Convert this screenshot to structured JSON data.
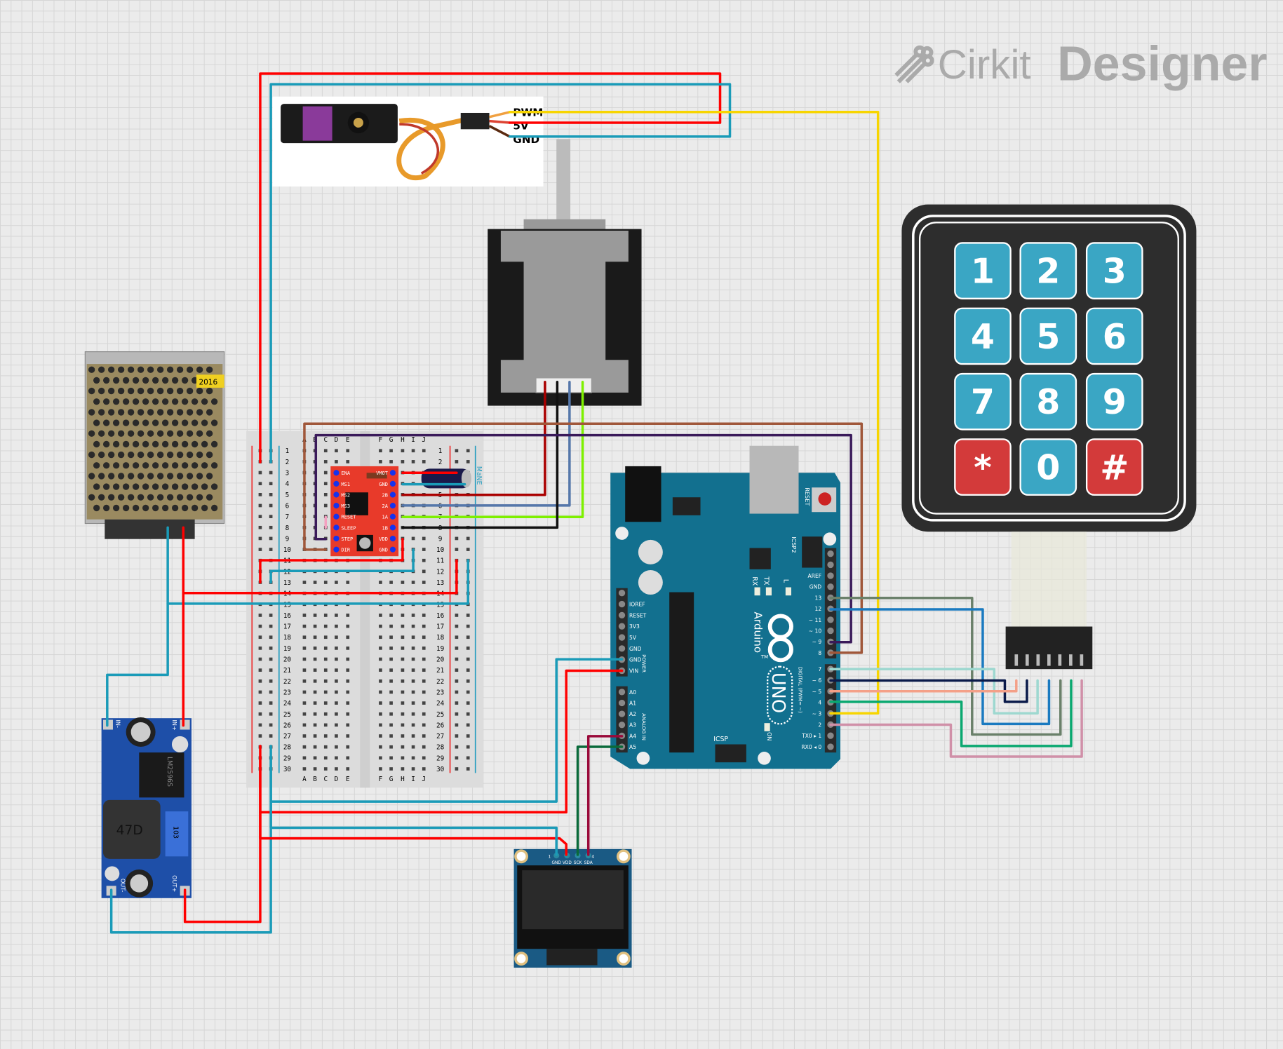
{
  "logo": {
    "brand": "Cirkit",
    "product": "Designer"
  },
  "servo": {
    "pins": {
      "pwm": "PWM",
      "v5": "5V",
      "gnd": "GND"
    }
  },
  "power_supply": {
    "label": "2016"
  },
  "driver": {
    "left_pins": [
      "ENA",
      "MS1",
      "MS2",
      "MS3",
      "RESET",
      "SLEEP",
      "STEP",
      "DIR"
    ],
    "right_pins": [
      "VMOT",
      "GND",
      "2B",
      "2A",
      "1A",
      "1B",
      "VDD",
      "GND"
    ]
  },
  "breadboard": {
    "rows": [
      "1",
      "2",
      "3",
      "4",
      "5",
      "6",
      "7",
      "8",
      "9",
      "10",
      "11",
      "12",
      "13",
      "14",
      "15",
      "16",
      "17",
      "18",
      "19",
      "20",
      "21",
      "22",
      "23",
      "24",
      "25",
      "26",
      "27",
      "28",
      "29",
      "30"
    ],
    "cols_left": [
      "A",
      "B",
      "C",
      "D",
      "E"
    ],
    "cols_right": [
      "F",
      "G",
      "H",
      "I",
      "J"
    ]
  },
  "capacitor": {
    "label": "MaNE"
  },
  "arduino": {
    "brand": "Arduino",
    "model": "UNO",
    "tm": "TM",
    "reset": "RESET",
    "icsp": "ICSP",
    "icsp2": "ICSP2",
    "on": "ON",
    "rx": "RX",
    "tx": "TX",
    "l": "L",
    "power_title": "POWER",
    "analog_title": "ANALOG IN",
    "digital_title": "DIGITAL (PWM= ~)",
    "digital_top": [
      "",
      "",
      "AREF",
      "GND",
      "13",
      "12",
      "~ 11",
      "~ 10",
      "~ 9",
      "8"
    ],
    "digital_bottom": [
      "7",
      "~ 6",
      "~ 5",
      "4",
      "~ 3",
      "2",
      "TX0 ▸ 1",
      "RX0 ◂ 0"
    ],
    "power_pins": [
      "",
      "IOREF",
      "RESET",
      "3V3",
      "5V",
      "GND",
      "GND",
      "VIN"
    ],
    "analog_pins": [
      "A0",
      "A1",
      "A2",
      "A3",
      "A4",
      "A5"
    ]
  },
  "keypad": {
    "keys": [
      "1",
      "2",
      "3",
      "4",
      "5",
      "6",
      "7",
      "8",
      "9",
      "*",
      "0",
      "#"
    ],
    "key_color": "#3aa6c4",
    "special_key_color": "#d33a3a"
  },
  "oled": {
    "pins": [
      "GND",
      "VDD",
      "SCK",
      "SDA"
    ],
    "pin1": "1",
    "pin4": "4"
  },
  "buck": {
    "in_minus": "IN-",
    "in_plus": "IN+",
    "out_minus": "OUT-",
    "out_plus": "OUT+",
    "inductor": "47D",
    "chip": "LM2596S",
    "pot": "103"
  }
}
